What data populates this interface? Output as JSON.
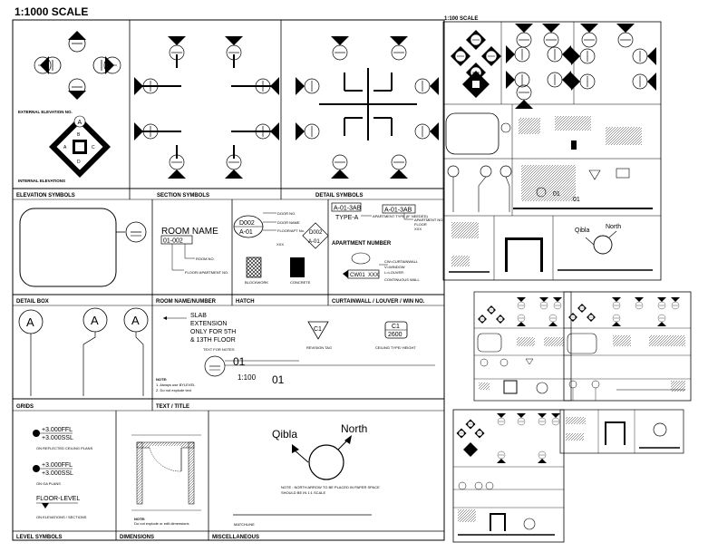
{
  "sheet": {
    "title": "1:1000 SCALE",
    "mini_title": "1:100 SCALE"
  },
  "sections": {
    "external_elevation": "EXTERNAL ELEVATION NO.",
    "internal_elevations": "INTERNAL ELEVATIONS",
    "elevation_symbols": "ELEVATION SYMBOLS",
    "section_symbols": "SECTION SYMBOLS",
    "detail_symbols": "DETAIL SYMBOLS",
    "detail_box": "DETAIL BOX",
    "room_name_number": "ROOM NAME/NUMBER",
    "hatch": "HATCH",
    "curtainwall": "CURTAINWALL / LOUVER / WIN NO.",
    "grids": "GRIDS",
    "text_title": "TEXT / TITLE",
    "level_symbols": "LEVEL SYMBOLS",
    "dimensions": "DIMENSIONS",
    "miscellaneous": "MISCELLANEOUS",
    "apartment_number": "APARTMENT NUMBER"
  },
  "symbols": {
    "grid_letter": "A",
    "room_name": "ROOM NAME",
    "room_code": "01-002",
    "room_no": "ROOM NO.",
    "apartment_no_label": "FLOOR/ APARTMENT NO.",
    "door_code": "D002",
    "door_sub": "A-01",
    "door_notes": [
      "DOOR NO.",
      "DOOR NAME",
      "FLOOR/APT No."
    ],
    "door_xxx": "XXX",
    "apt_code": "A-01-3AB",
    "apt_type": "TYPE-A",
    "apt_type_note": "APARTMENT TYPE (IF NEEDED)",
    "apt_code2": "A-01-3AB",
    "apt_notes": [
      "APARTMENT NO.",
      "FLOOR",
      "XXX"
    ],
    "blockwork": "BLOCKWORK",
    "concrete": "CONCRETE",
    "cw_codes": [
      "CW",
      "01",
      "XXX"
    ],
    "cw_notes": [
      "CW=CURTAINWALL",
      "V=WINDOW",
      "L=LOUVER"
    ],
    "continuous": "CONTINUOUS WALL",
    "slab_note": [
      "SLAB",
      "EXTENSION",
      "ONLY FOR 5TH",
      "& 13TH FLOOR"
    ],
    "text_for_notes": "TEXT FOR NOTES",
    "revision_code": "C1",
    "revision_tag": "REVISION TAG",
    "ceiling_code": "C1",
    "ceiling_height": "2600",
    "ceiling_label": "CEILING TYPE/ HEIGHT",
    "title_num": "01",
    "title_scale": "1:100",
    "title_num2": "01",
    "note_head": "NOTE:",
    "note_lines": [
      "1. Always use BYLEVEL",
      "2. Do not explode text"
    ],
    "level1_a": "+3.000FFL",
    "level1_b": "+3.000SSL",
    "level1_caption": "ON REFLECTED CEILING PLANS",
    "level2_a": "+3.000FFL",
    "level2_b": "+3.000SSL",
    "level2_caption": "ON GA PLANS",
    "level3": "FLOOR-LEVEL",
    "level3_caption": "ON ELEVATIONS / SECTIONS",
    "dim_note_head": "NOTE:",
    "dim_note": "Do not explode or edit dimensions",
    "qibla": "Qibla",
    "north": "North",
    "north_note": [
      "NOTE : NORTH ARROW TO BE PLACED IN PAPER SPACE",
      "SHOULD BE IN 1:1 SCALE"
    ],
    "matchline": "MATCHLINE"
  },
  "colors": {
    "ink": "#000000",
    "paper": "#ffffff"
  }
}
